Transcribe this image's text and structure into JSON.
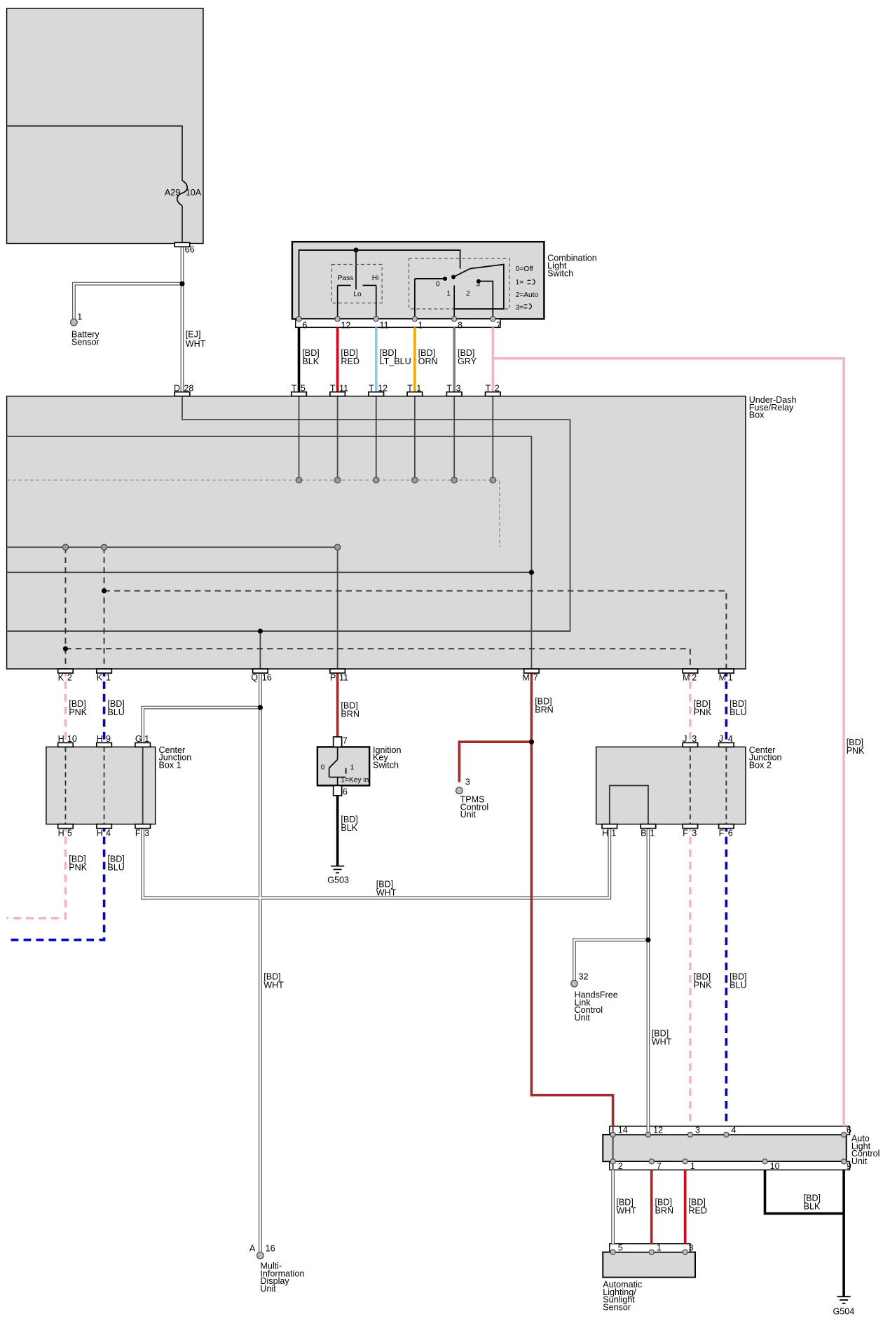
{
  "wire_colors": {
    "BLK": "#000000",
    "RED": "#e0001b",
    "LT_BLU": "#8ecae6",
    "ORN": "#f5a800",
    "GRY": "#7f7f7f",
    "PNK": "#f4b6c2",
    "BLU": "#0000cc",
    "BRN": "#a52a2a",
    "WHT": "#ffffff",
    "internal": "#333333"
  },
  "fuse": {
    "id": "A29",
    "rating": "10A",
    "terminal": "66"
  },
  "battery_sensor": {
    "pin": "1",
    "name_line1": "Battery",
    "name_line2": "Sensor"
  },
  "wire_labels": {
    "ej_wht": [
      "[EJ]",
      "WHT"
    ],
    "bd_blk": [
      "[BD]",
      "BLK"
    ],
    "bd_red": [
      "[BD]",
      "RED"
    ],
    "bd_ltblu": [
      "[BD]",
      "LT_BLU"
    ],
    "bd_orn": [
      "[BD]",
      "ORN"
    ],
    "bd_gry": [
      "[BD]",
      "GRY"
    ],
    "bd_pnk": [
      "[BD]",
      "PNK"
    ],
    "bd_blu": [
      "[BD]",
      "BLU"
    ],
    "bd_brn": [
      "[BD]",
      "BRN"
    ],
    "bd_wht": [
      "[BD]",
      "WHT"
    ]
  },
  "combination_light_switch": {
    "name": [
      "Combination",
      "Light",
      "Switch"
    ],
    "pass_label": "Pass",
    "hi_label": "Hi",
    "lo_label": "Lo",
    "positions": [
      "0",
      "1",
      "2",
      "3"
    ],
    "legend": [
      "0=Off",
      "1=",
      "2=Auto",
      "3="
    ],
    "pins": [
      "6",
      "12",
      "11",
      "1",
      "8",
      "7"
    ]
  },
  "under_dash_box": {
    "name": [
      "Under-Dash",
      "Fuse/Relay",
      "Box"
    ],
    "top_connectors": [
      {
        "conn": "D",
        "pin": "28"
      },
      {
        "conn": "T",
        "pin": "5"
      },
      {
        "conn": "T",
        "pin": "11"
      },
      {
        "conn": "T",
        "pin": "12"
      },
      {
        "conn": "T",
        "pin": "1"
      },
      {
        "conn": "T",
        "pin": "3"
      },
      {
        "conn": "T",
        "pin": "2"
      }
    ],
    "bottom_connectors": [
      {
        "conn": "K",
        "pin": "2"
      },
      {
        "conn": "K",
        "pin": "1"
      },
      {
        "conn": "Q",
        "pin": "16"
      },
      {
        "conn": "P",
        "pin": "11"
      },
      {
        "conn": "M",
        "pin": "7"
      },
      {
        "conn": "M",
        "pin": "2"
      },
      {
        "conn": "M",
        "pin": "1"
      }
    ]
  },
  "center_junction_box_1": {
    "name": [
      "Center",
      "Junction",
      "Box 1"
    ],
    "top_connectors": [
      {
        "conn": "H",
        "pin": "10"
      },
      {
        "conn": "H",
        "pin": "9"
      },
      {
        "conn": "G",
        "pin": "1"
      }
    ],
    "bottom_connectors": [
      {
        "conn": "H",
        "pin": "5"
      },
      {
        "conn": "H",
        "pin": "4"
      },
      {
        "conn": "F",
        "pin": "3"
      }
    ]
  },
  "center_junction_box_2": {
    "name": [
      "Center",
      "Junction",
      "Box 2"
    ],
    "top_connectors": [
      {
        "conn": "J",
        "pin": "3"
      },
      {
        "conn": "J",
        "pin": "4"
      }
    ],
    "bottom_connectors": [
      {
        "conn": "H",
        "pin": "1"
      },
      {
        "conn": "B",
        "pin": "1"
      },
      {
        "conn": "F",
        "pin": "3"
      },
      {
        "conn": "F",
        "pin": "6"
      }
    ]
  },
  "ignition_key_switch": {
    "name": [
      "Ignition",
      "Key",
      "Switch"
    ],
    "pin_top": "7",
    "pin_bottom": "6",
    "pos0": "0",
    "pos1": "1",
    "legend": "1=Key in"
  },
  "grounds": {
    "g503": "G503",
    "g504": "G504"
  },
  "tpms": {
    "pin": "3",
    "name": [
      "TPMS",
      "Control",
      "Unit"
    ]
  },
  "handsfree": {
    "pin": "32",
    "name": [
      "HandsFree",
      "Link",
      "Control",
      "Unit"
    ]
  },
  "auto_light_unit": {
    "name": [
      "Auto",
      "Light",
      "Control",
      "Unit"
    ],
    "top_pins": [
      "14",
      "12",
      "3",
      "4",
      "6"
    ],
    "bottom_pins": [
      "2",
      "7",
      "1",
      "10",
      "9"
    ]
  },
  "sunlight_sensor": {
    "name": [
      "Automatic",
      "Lighting/",
      "Sunlight",
      "Sensor"
    ],
    "pins": [
      "5",
      "1",
      "3"
    ]
  },
  "mid": {
    "conn": "A",
    "pin": "16",
    "name": [
      "Multi-",
      "Information",
      "Display",
      "Unit"
    ]
  }
}
